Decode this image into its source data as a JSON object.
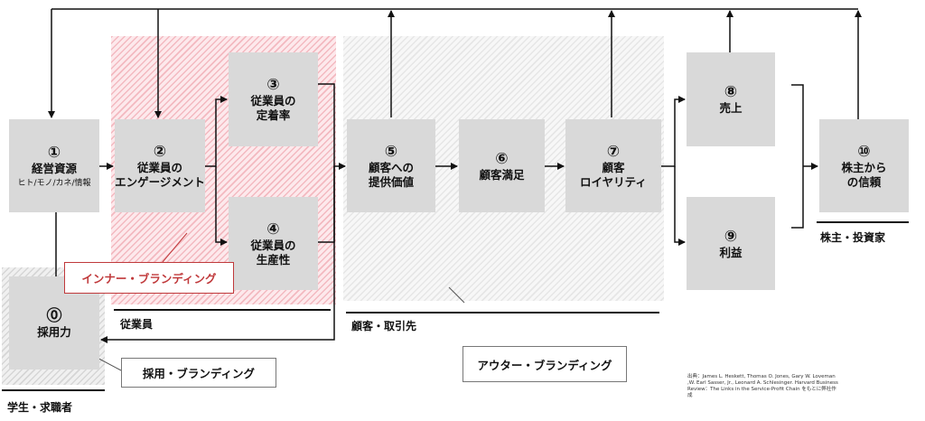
{
  "boxes": {
    "b0": {
      "num": "⓪",
      "label": "採用力"
    },
    "b1": {
      "num": "①",
      "label": "経営資源",
      "sub": "ヒト/モノ/カネ/情報"
    },
    "b2": {
      "num": "②",
      "label": "従業員の\nエンゲージメント"
    },
    "b3": {
      "num": "③",
      "label": "従業員の\n定着率"
    },
    "b4": {
      "num": "④",
      "label": "従業員の\n生産性"
    },
    "b5": {
      "num": "⑤",
      "label": "顧客への\n提供価値"
    },
    "b6": {
      "num": "⑥",
      "label": "顧客満足"
    },
    "b7": {
      "num": "⑦",
      "label": "顧客\nロイヤリティ"
    },
    "b8": {
      "num": "⑧",
      "label": "売上"
    },
    "b9": {
      "num": "⑨",
      "label": "利益"
    },
    "b10": {
      "num": "⑩",
      "label": "株主から\nの信頼"
    }
  },
  "tags": {
    "inner_branding": "インナー・ブランディング",
    "outer_branding": "アウター・ブランディング",
    "recruit_branding": "採用・ブランディング"
  },
  "groups": {
    "employees": "従業員",
    "customers": "顧客・取引先",
    "shareholders": "株主・投資家",
    "students": "学生・求職者"
  },
  "credit": "出典：James L. Heskett, Thomas O. Jones, Gary W. Loveman ,W. Earl Sasser, Jr., Leonard A. Schlesinger. Harvard Business Review：The Links in the Service-Profit Chain をもとに弊社作成"
}
